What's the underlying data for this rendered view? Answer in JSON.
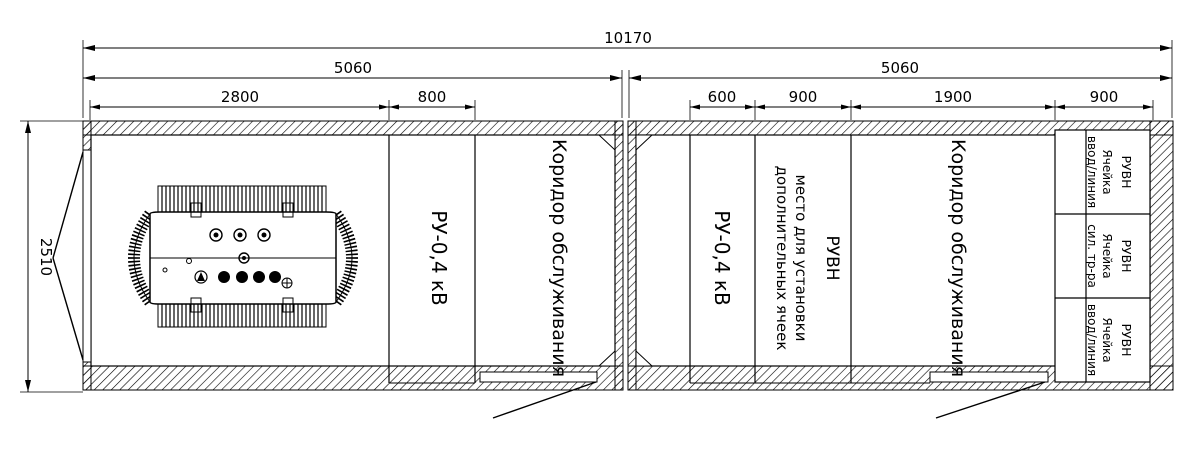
{
  "dimensions": {
    "total_length": "10170",
    "left_half": "5060",
    "right_half": "5060",
    "left_transformer": "2800",
    "left_ru": "800",
    "right_ru": "600",
    "right_rvn": "900",
    "right_corridor": "1900",
    "right_cells": "900",
    "height": "2510"
  },
  "rooms": {
    "left_ru_label": "РУ-0,4 кВ",
    "left_corridor_label": "Коридор обслуживания",
    "right_ru_label": "РУ-0,4 кВ",
    "rvn_title": "РУВН",
    "rvn_line1": "место для установки",
    "rvn_line2": "дополнительных ячеек",
    "right_corridor_label": "Коридор обслуживания"
  },
  "cells": {
    "cell1_l1": "РУВН",
    "cell1_l2": "Ячейка",
    "cell1_l3": "ввод/линия",
    "cell2_l1": "РУВН",
    "cell2_l2": "Ячейка",
    "cell2_l3": "сил. тр-ра",
    "cell3_l1": "РУВН",
    "cell3_l2": "Ячейка",
    "cell3_l3": "ввод/линия"
  },
  "colors": {
    "line": "#000000",
    "background": "#ffffff"
  }
}
